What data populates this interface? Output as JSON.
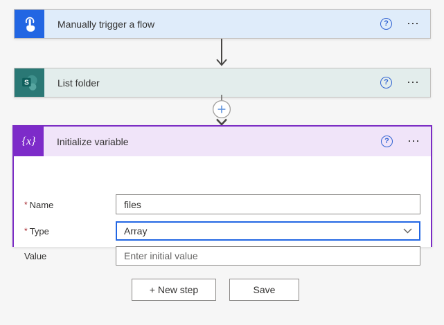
{
  "colors": {
    "page_bg": "#f6f6f6",
    "trigger_accent": "#2266e3",
    "trigger_header_bg": "#dfecfa",
    "sharepoint_accent": "#2a7875",
    "sharepoint_header_bg": "#e3edec",
    "variable_accent": "#7b2cc4",
    "variable_header_bg": "#f0e4f9",
    "focused_field_border": "#2266e3",
    "connector_gray": "#484644"
  },
  "icons": {
    "trigger": "touch-icon",
    "list_folder": "sharepoint-icon",
    "sharepoint_letter": "S",
    "variable": "variable-braces-icon",
    "variable_glyph": "{x}",
    "help_glyph": "?",
    "menu_glyph": "⋯",
    "insert_step": "plus-icon",
    "dropdown_chevron": "chevron-down-icon"
  },
  "cards": [
    {
      "title": "Manually trigger a flow"
    },
    {
      "title": "List folder"
    },
    {
      "title": "Initialize variable"
    }
  ],
  "form": {
    "required_marker": "*",
    "rows": [
      {
        "label": "Name",
        "value": "files"
      },
      {
        "label": "Type",
        "value": "Array"
      },
      {
        "label": "Value",
        "placeholder": "Enter initial value"
      }
    ]
  },
  "footer": {
    "new_step": "+ New step",
    "save": "Save"
  }
}
